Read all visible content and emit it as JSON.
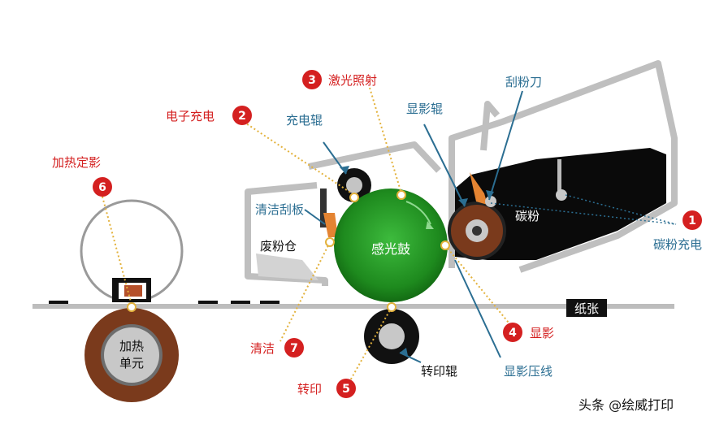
{
  "labels": {
    "laser": "激光照射",
    "charge": "电子充电",
    "charge_roller": "充电辊",
    "develop_roller": "显影辊",
    "blade": "刮粉刀",
    "fuse": "加热定影",
    "clean_blade": "清洁刮板",
    "waste": "废粉仓",
    "drum": "感光鼓",
    "toner": "碳粉",
    "toner_charge": "碳粉充电",
    "paper": "纸张",
    "heat_line1": "加热",
    "heat_line2": "单元",
    "clean": "清洁",
    "develop": "显影",
    "transfer": "转印",
    "transfer_roller": "转印辊",
    "develop_line": "显影压线",
    "watermark": "头条 @绘威打印"
  },
  "steps": {
    "s1": "1",
    "s2": "2",
    "s3": "3",
    "s4": "4",
    "s5": "5",
    "s6": "6",
    "s7": "7"
  },
  "colors": {
    "drum": "#1e8a1e",
    "toner_red": "#d42020",
    "callout_blue": "#2b6e92",
    "guide_dotted": "#e3b23c",
    "frame_gray": "#bfbfbf",
    "roller_brown": "#7a3a1c"
  }
}
